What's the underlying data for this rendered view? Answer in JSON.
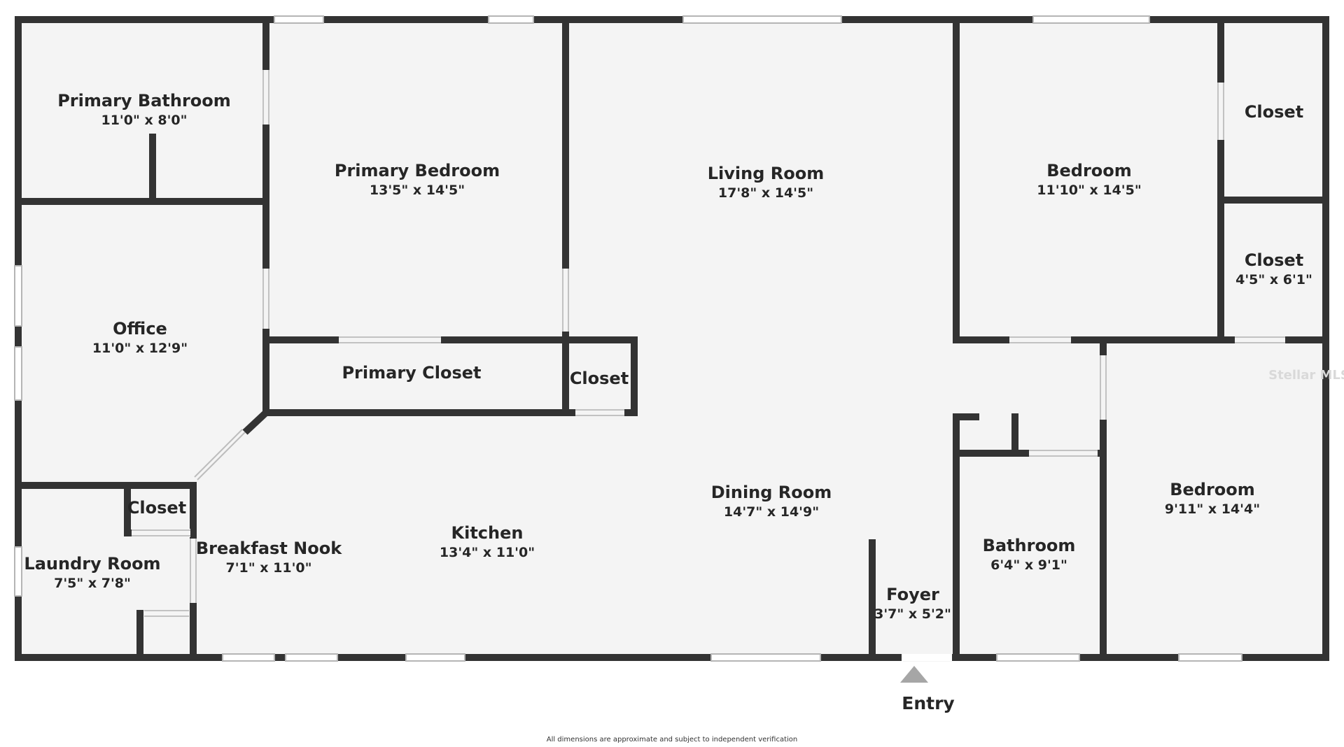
{
  "colors": {
    "wall": "#333333",
    "floor": "#f4f4f4",
    "window": "#ffffff",
    "window_line": "#b5b5b5",
    "entry_arrow": "#a6a6a6"
  },
  "rooms": {
    "primary_bathroom": {
      "name": "Primary Bathroom",
      "dims": "11'0\" x 8'0\""
    },
    "primary_bedroom": {
      "name": "Primary Bedroom",
      "dims": "13'5\" x 14'5\""
    },
    "living_room": {
      "name": "Living Room",
      "dims": "17'8\" x 14'5\""
    },
    "bedroom_1": {
      "name": "Bedroom",
      "dims": "11'10\" x 14'5\""
    },
    "closet_top_right": {
      "name": "Closet"
    },
    "closet_right": {
      "name": "Closet",
      "dims": "4'5\" x 6'1\""
    },
    "office": {
      "name": "Office",
      "dims": "11'0\" x 12'9\""
    },
    "primary_closet": {
      "name": "Primary Closet"
    },
    "closet_center": {
      "name": "Closet"
    },
    "dining_room": {
      "name": "Dining Room",
      "dims": "14'7\" x 14'9\""
    },
    "bedroom_2": {
      "name": "Bedroom",
      "dims": "9'11\" x 14'4\""
    },
    "closet_laundry": {
      "name": "Closet"
    },
    "kitchen": {
      "name": "Kitchen",
      "dims": "13'4\" x 11'0\""
    },
    "breakfast_nook": {
      "name": "Breakfast Nook",
      "dims": "7'1\" x 11'0\""
    },
    "laundry_room": {
      "name": "Laundry Room",
      "dims": "7'5\" x 7'8\""
    },
    "bathroom": {
      "name": "Bathroom",
      "dims": "6'4\" x 9'1\""
    },
    "foyer": {
      "name": "Foyer",
      "dims": "3'7\" x 5'2\""
    }
  },
  "entry": {
    "label": "Entry",
    "icon": "entry-arrow-icon"
  },
  "footer": {
    "disclaimer": "All dimensions are approximate and subject to independent verification"
  },
  "watermark": {
    "text": "Stellar MLS"
  }
}
